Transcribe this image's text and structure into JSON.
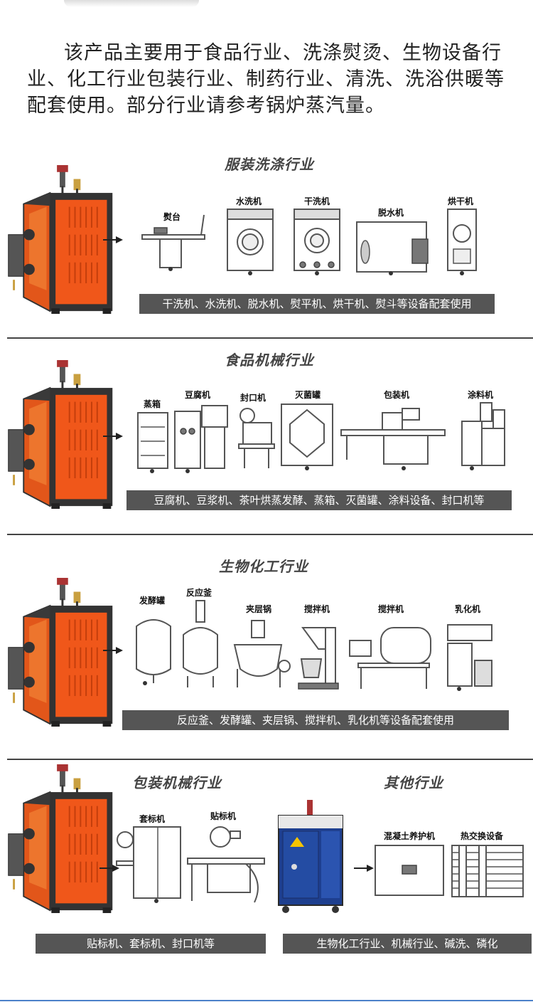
{
  "intro": {
    "text": "该产品主要用于食品行业、洗涤熨烫、生物设备行业、化工行业包装行业、制药行业、清洗、洗浴供暖等配套使用。部分行业请参考锅炉蒸汽量。"
  },
  "sections": [
    {
      "title": "服装洗涤行业",
      "machines": [
        "熨台",
        "水洗机",
        "干洗机",
        "脱水机",
        "烘干机"
      ],
      "caption": "干洗机、水洗机、脱水机、熨平机、烘干机、熨斗等设备配套使用"
    },
    {
      "title": "食品机械行业",
      "machines": [
        "蒸箱",
        "豆腐机",
        "封口机",
        "灭菌罐",
        "包装机",
        "涂料机"
      ],
      "caption": "豆腐机、豆浆机、茶叶烘蒸发酵、蒸箱、灭菌罐、涂料设备、封口机等"
    },
    {
      "title": "生物化工行业",
      "machines": [
        "发酵罐",
        "反应釜",
        "夹层锅",
        "搅拌机",
        "搅拌机",
        "乳化机"
      ],
      "caption": "反应釜、发酵罐、夹层锅、搅拌机、乳化机等设备配套使用"
    },
    {
      "title": "包装机械行业",
      "title2": "其他行业",
      "machines": [
        "套标机",
        "贴标机"
      ],
      "machines2": [
        "混凝土养护机",
        "热交换设备"
      ],
      "caption": "贴标机、套标机、封口机等",
      "caption2": "生物化工行业、机械行业、碱洗、磷化"
    }
  ],
  "colors": {
    "boiler_orange": "#f05a1a",
    "caption_bg": "#555555",
    "divider": "#444444",
    "bottom_line": "#4a80c8",
    "generator_blue": "#1e3f8f"
  },
  "icons": [
    "boiler-image",
    "arrow-icon",
    "machine-drawing",
    "steam-generator-image"
  ]
}
